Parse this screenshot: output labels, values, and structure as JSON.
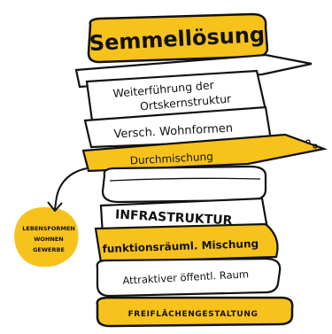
{
  "title": "Semmellösung",
  "layers": [
    {
      "id": "weiterfuehrung",
      "lines": [
        "Weiterführung der",
        "Ortskernstruktur"
      ]
    },
    {
      "id": "wohnformen",
      "lines": [
        "Versch.  Wohnformen"
      ]
    },
    {
      "id": "durchmischung",
      "lines": [
        "Durchmischung"
      ]
    },
    {
      "id": "infrastruktur",
      "lines": [
        "INFRASTRUKTUR"
      ]
    },
    {
      "id": "mischung",
      "lines": [
        "funktionsräuml. Mischung"
      ]
    },
    {
      "id": "raum",
      "lines": [
        "Attraktiver öffentl. Raum"
      ]
    },
    {
      "id": "freiflaechen",
      "lines": [
        "FREIFLÄCHENGESTALTUNG"
      ]
    }
  ],
  "side_note": {
    "lines": [
      "LEBENSFORMEN",
      "WOHNEN",
      "GEWERBE"
    ]
  },
  "colors": {
    "accent": "#f7c21c",
    "ink": "#111111",
    "paper": "#ffffff"
  }
}
